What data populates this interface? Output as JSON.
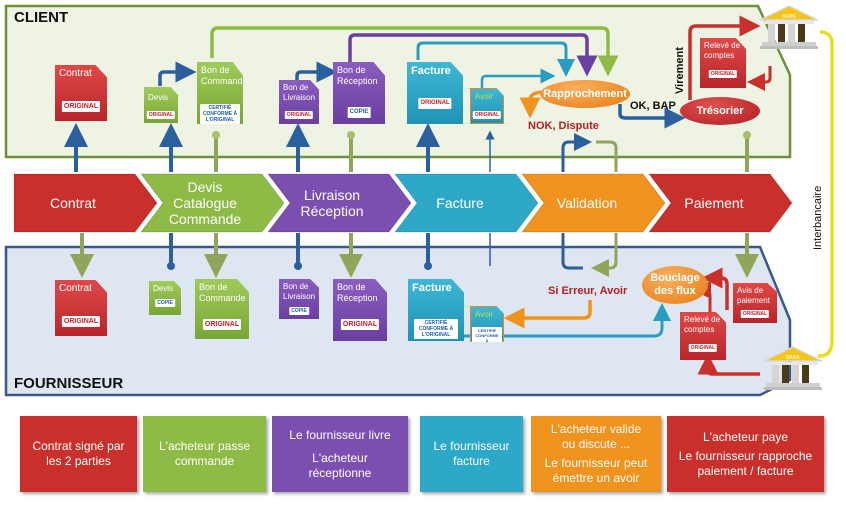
{
  "lanes": {
    "client": "CLIENT",
    "fournisseur": "FOURNISSEUR"
  },
  "steps": [
    {
      "label": "Contrat",
      "color": "#c9302c"
    },
    {
      "label": "Devis Catalogue Commande",
      "lines": [
        "Devis",
        "Catalogue",
        "Commande"
      ],
      "color": "#8dbb45"
    },
    {
      "label": "Livraison Réception",
      "lines": [
        "Livraison",
        "Réception"
      ],
      "color": "#7a4fb0"
    },
    {
      "label": "Facture",
      "color": "#2ea8c9"
    },
    {
      "label": "Validation",
      "color": "#f0921e"
    },
    {
      "label": "Paiement",
      "color": "#c9302c"
    }
  ],
  "client_docs": {
    "contrat": {
      "title": "Contrat",
      "stamp": "ORIGINAL"
    },
    "devis": {
      "title": "Devis",
      "stamp": "ORIGINAL"
    },
    "bon_commande": {
      "title": "Bon de Commande",
      "lines": [
        "Bon de",
        "Commande"
      ],
      "stamp": "CERTIFIÉ CONFORME À L'ORIGINAL"
    },
    "bon_livraison": {
      "title": "Bon de Livraison",
      "lines": [
        "Bon de",
        "Livraison"
      ],
      "stamp": "ORIGINAL"
    },
    "bon_reception": {
      "title": "Bon de Réception",
      "lines": [
        "Bon de",
        "Réception"
      ],
      "stamp": "COPIE"
    },
    "facture": {
      "title": "Facture",
      "stamp": "ORIGINAL"
    },
    "avoir": {
      "title": "Avoir",
      "stamp": "ORIGINAL"
    },
    "releve": {
      "title": "Relevé de comptes",
      "lines": [
        "Relevé de",
        "comptes"
      ],
      "stamp": "ORIGINAL"
    }
  },
  "supplier_docs": {
    "contrat": {
      "title": "Contrat",
      "stamp": "ORIGINAL"
    },
    "devis": {
      "title": "Devis",
      "stamp": "COPIE"
    },
    "bon_commande": {
      "title": "Bon de Commande",
      "lines": [
        "Bon de",
        "Commande"
      ],
      "stamp": "ORIGINAL"
    },
    "bon_livraison": {
      "title": "Bon de Livraison",
      "lines": [
        "Bon de",
        "Livraison"
      ],
      "stamp": "COPIE"
    },
    "bon_reception": {
      "title": "Bon de Réception",
      "lines": [
        "Bon de",
        "Réception"
      ],
      "stamp": "ORIGINAL"
    },
    "facture": {
      "title": "Facture",
      "stamp": "CERTIFIÉ CONFORME À L'ORIGINAL"
    },
    "avoir": {
      "title": "Avoir",
      "stamp": "CERTIFIÉ CONFORME À L'ORIGINAL"
    },
    "avis": {
      "title": "Avis de paiement",
      "lines": [
        "Avis de",
        "paiement"
      ],
      "stamp": "ORIGINAL"
    },
    "releve": {
      "title": "Relevé de comptes",
      "lines": [
        "Relevé de",
        "comptes"
      ],
      "stamp": "ORIGINAL"
    }
  },
  "nodes": {
    "rapprochement": "Rapprochement",
    "tresorier": "Trésorier",
    "bouclage": [
      "Bouclage",
      "des flux"
    ]
  },
  "annotations": {
    "nok": "NOK, Dispute",
    "ok": "OK, BAP",
    "virement": "Virement",
    "interbancaire": "Interbancaire",
    "erreur": "Si Erreur, Avoir",
    "bank": "BANK"
  },
  "descriptions": [
    {
      "lines": [
        "Contrat signé par",
        "les 2 parties"
      ],
      "color": "#c9302c"
    },
    {
      "lines": [
        "L'acheteur passe",
        "commande"
      ],
      "color": "#8dbb45"
    },
    {
      "lines": [
        "Le fournisseur livre",
        "",
        "L'acheteur",
        "réceptionne"
      ],
      "color": "#7a4fb0"
    },
    {
      "lines": [
        "Le fournisseur",
        "facture"
      ],
      "color": "#2ea8c9"
    },
    {
      "lines": [
        "L'acheteur valide",
        "ou discute ...",
        "",
        "Le fournisseur peut",
        "émettre un avoir"
      ],
      "color": "#f0921e"
    },
    {
      "lines": [
        "L'acheteur paye",
        "",
        "Le fournisseur  rapproche",
        "paiement / facture"
      ],
      "color": "#c9302c"
    }
  ]
}
